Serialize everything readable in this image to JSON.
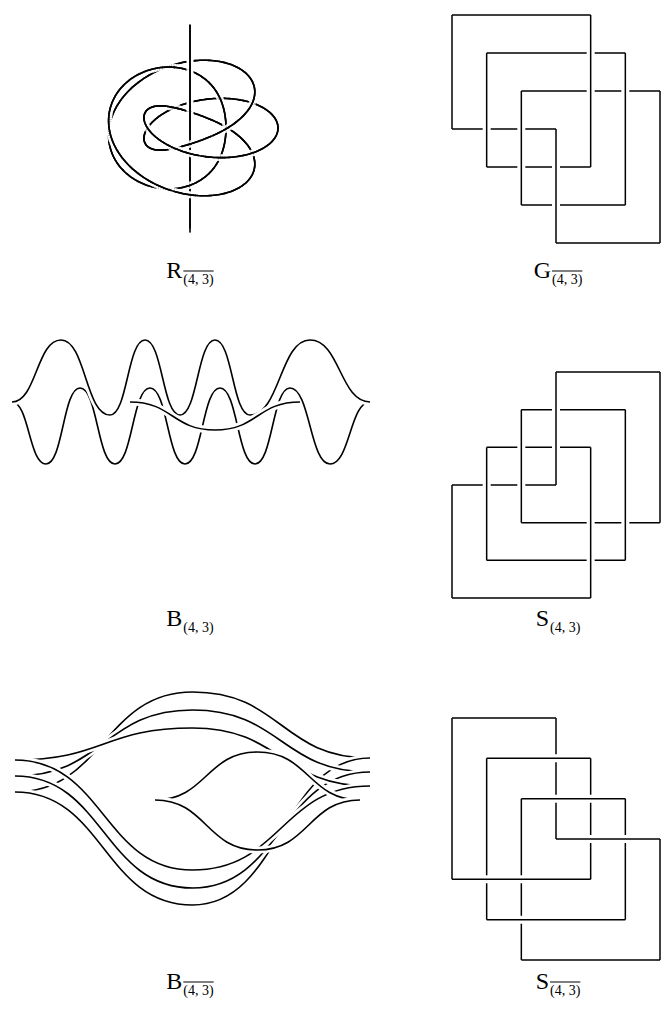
{
  "diagram": {
    "labels": [
      "R",
      "(4, 3)",
      "G",
      "(4, 3)",
      "B",
      "(4, 3)",
      "S",
      "(4, 3)",
      "B",
      "(4, 3)",
      "S",
      "(4, 3)"
    ]
  }
}
